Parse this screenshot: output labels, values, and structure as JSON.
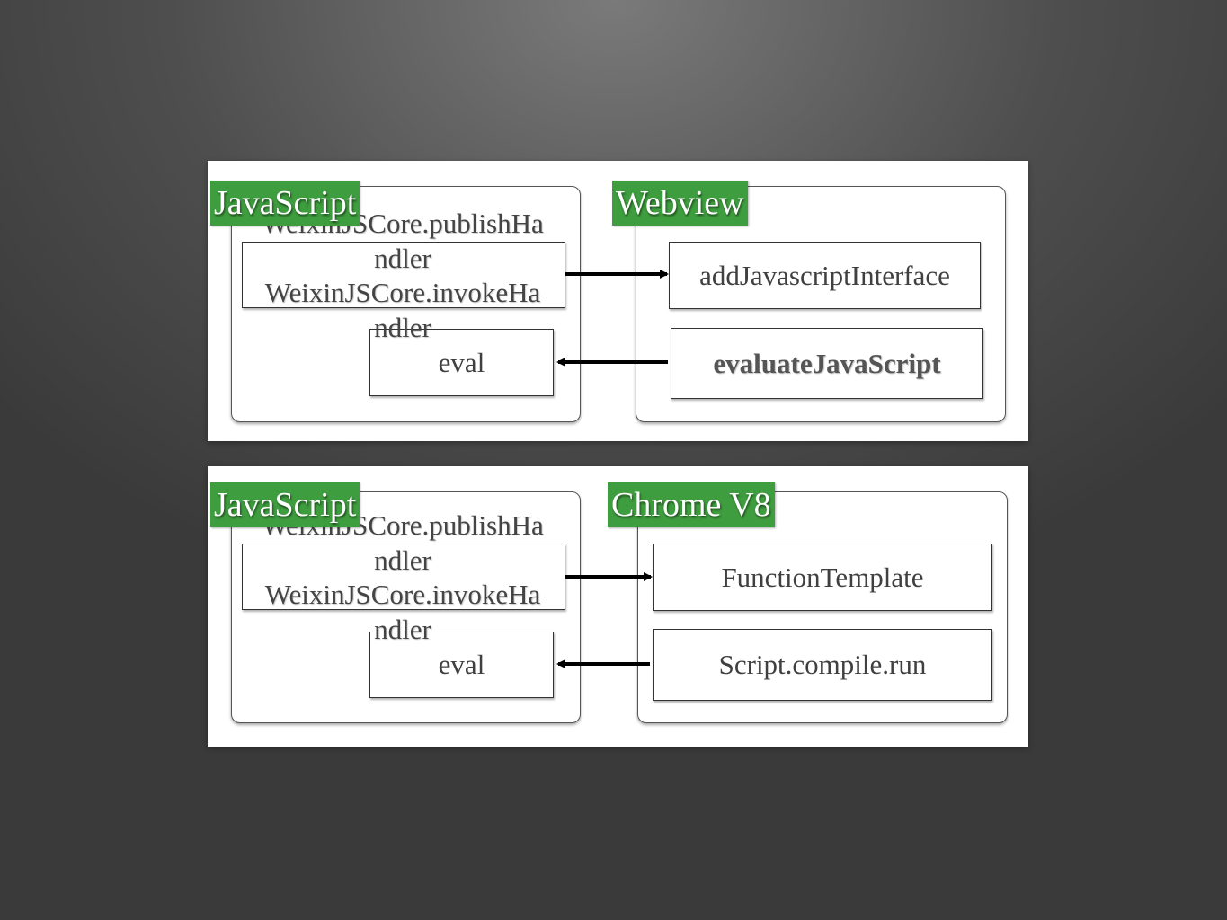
{
  "panels": [
    {
      "left_group": {
        "tag": "JavaScript",
        "handler_lines": [
          "WeixinJSCore.publishHa",
          "ndler",
          "WeixinJSCore.invokeHa",
          "ndler"
        ],
        "eval_label": "eval"
      },
      "right_group": {
        "tag": "Webview",
        "top_box": "addJavascriptInterface",
        "bottom_box": "evaluateJavaScript"
      }
    },
    {
      "left_group": {
        "tag": "JavaScript",
        "handler_lines": [
          "WeixinJSCore.publishHa",
          "ndler",
          "WeixinJSCore.invokeHa",
          "ndler"
        ],
        "eval_label": "eval"
      },
      "right_group": {
        "tag": "Chrome V8",
        "top_box": "FunctionTemplate",
        "bottom_box": "Script.compile.run"
      }
    }
  ],
  "colors": {
    "tag_green": "#3e9d3e",
    "arrow": "#000000"
  }
}
